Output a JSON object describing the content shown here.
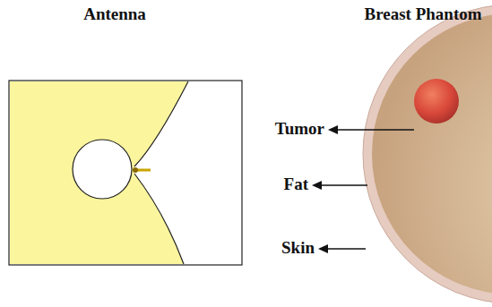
{
  "diagram": {
    "labels": [
      "Antenna",
      "Breast Phantom",
      "Tumor",
      "Fat",
      "Skin"
    ]
  }
}
